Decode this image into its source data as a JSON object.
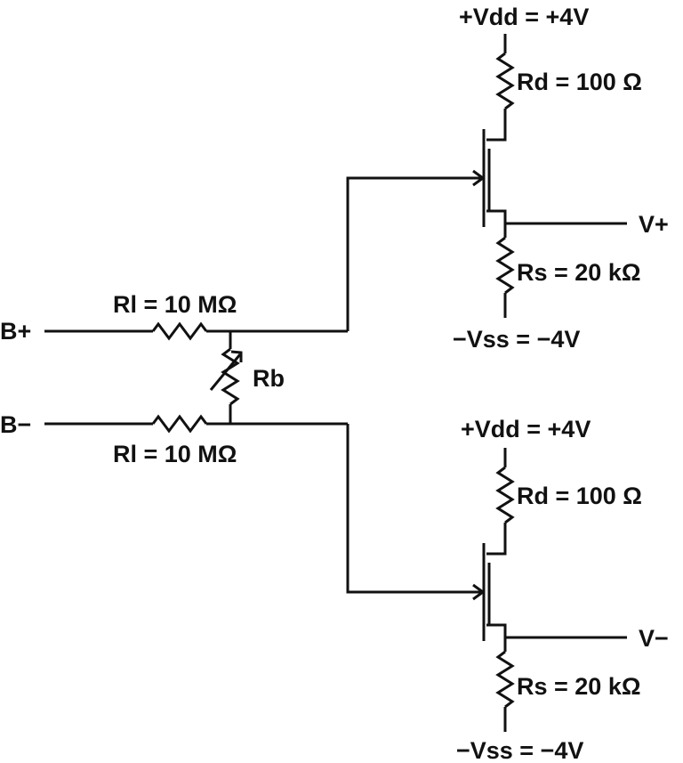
{
  "labels": {
    "input_pos": "B+",
    "input_neg": "B−",
    "rl_top": "Rl = 10 MΩ",
    "rl_bottom": "Rl = 10 MΩ",
    "rb": "Rb",
    "vdd_top": "+Vdd = +4V",
    "rd_top": "Rd = 100 Ω",
    "out_pos": "V+",
    "rs_top": "Rs = 20 kΩ",
    "vss_top": "−Vss = −4V",
    "vdd_bottom": "+Vdd = +4V",
    "rd_bottom": "Rd = 100 Ω",
    "out_neg": "V−",
    "rs_bottom": "Rs = 20 kΩ",
    "vss_bottom": "−Vss = −4V"
  },
  "colors": {
    "ink": "#111111",
    "background": "#ffffff"
  }
}
